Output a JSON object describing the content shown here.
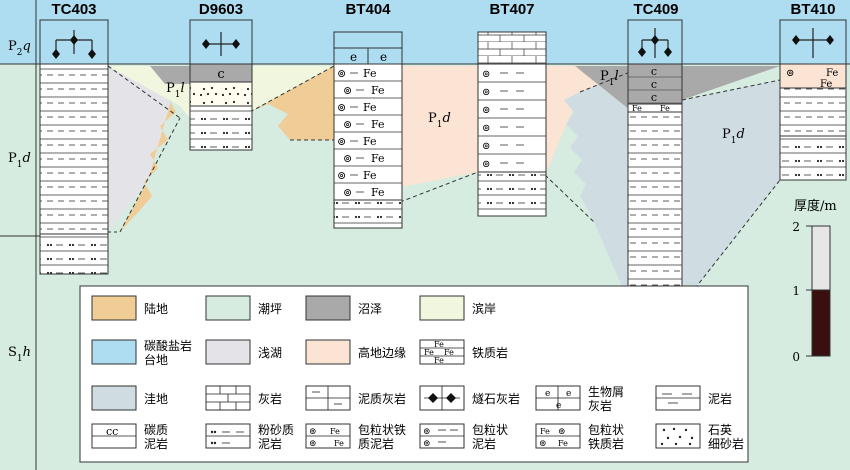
{
  "wells": [
    "TC403",
    "D9603",
    "BT404",
    "BT407",
    "TC409",
    "BT410"
  ],
  "strata": {
    "p2q": {
      "base": "P",
      "sub": "2",
      "suffix": "q"
    },
    "p1d": {
      "base": "P",
      "sub": "1",
      "suffix": "d"
    },
    "s1h": {
      "base": "S",
      "sub": "1",
      "suffix": "h"
    }
  },
  "zones": {
    "p1l_left": {
      "base": "P",
      "sub": "1",
      "suffix": "l"
    },
    "p1d_mid": {
      "base": "P",
      "sub": "1",
      "suffix": "d"
    },
    "p1l_right": {
      "base": "P",
      "sub": "1",
      "suffix": "l"
    },
    "p1d_right": {
      "base": "P",
      "sub": "1",
      "suffix": "d"
    }
  },
  "lithology_symbols": {
    "fe": "Fe",
    "c": "c",
    "e": "e"
  },
  "scale": {
    "title": "厚度/m",
    "ticks": [
      "2",
      "1",
      "0"
    ]
  },
  "legend": [
    {
      "label": [
        "陆地"
      ]
    },
    {
      "label": [
        "潮坪"
      ]
    },
    {
      "label": [
        "沼泽"
      ]
    },
    {
      "label": [
        "滨岸"
      ]
    },
    {
      "label": [
        "碳酸盐岩",
        "台地"
      ]
    },
    {
      "label": [
        "浅湖"
      ]
    },
    {
      "label": [
        "高地边缘"
      ]
    },
    {
      "label": [
        "铁质岩"
      ]
    },
    {
      "label": [
        "洼地"
      ]
    },
    {
      "label": [
        "灰岩"
      ]
    },
    {
      "label": [
        "泥质灰岩"
      ]
    },
    {
      "label": [
        "燧石灰岩"
      ]
    },
    {
      "label": [
        "生物屑",
        "灰岩"
      ]
    },
    {
      "label": [
        "泥岩"
      ]
    },
    {
      "label": [
        "碳质",
        "泥岩"
      ]
    },
    {
      "label": [
        "粉砂质",
        "泥岩"
      ]
    },
    {
      "label": [
        "包粒状铁",
        "质泥岩"
      ]
    },
    {
      "label": [
        "包粒状",
        "泥岩"
      ]
    },
    {
      "label": [
        "包粒状",
        "铁质岩"
      ]
    },
    {
      "label": [
        "石英",
        "细砂岩"
      ]
    }
  ],
  "colors": {
    "land": "#f0cc96",
    "tidal": "#d6ece0",
    "swamp": "#a9a9a9",
    "beach": "#f1f6df",
    "platform": "#aedcf0",
    "lake": "#e4e4e8",
    "highland": "#fbe4d3",
    "depression": "#cfdde2"
  }
}
